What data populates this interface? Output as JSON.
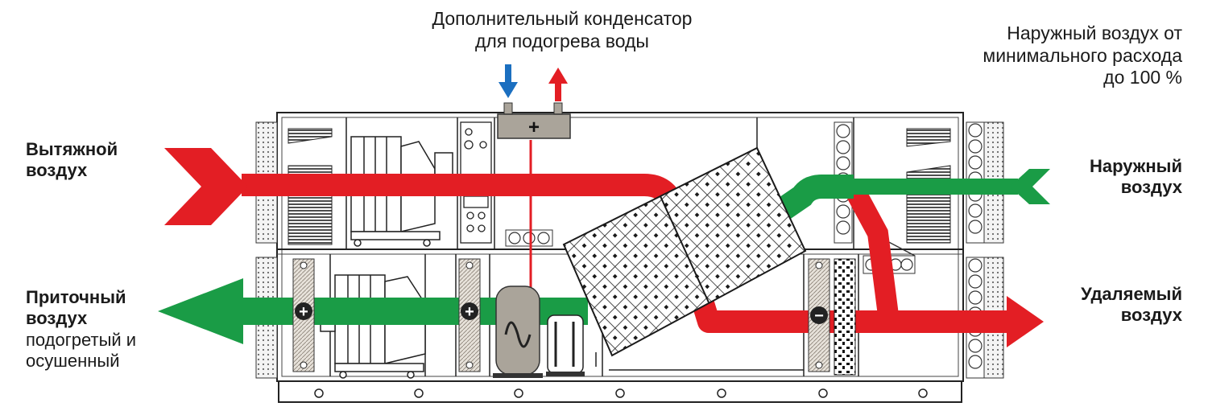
{
  "labels": {
    "extract_air": [
      "Вытяжной",
      "воздух"
    ],
    "supply_air": [
      "Приточный",
      "воздух"
    ],
    "supply_air_note": [
      "подогретый и",
      "осушенный"
    ],
    "outdoor_air": [
      "Наружный",
      "воздух"
    ],
    "exhaust_air": [
      "Удаляемый",
      "воздух"
    ],
    "condenser": [
      "Дополнительный конденсатор",
      "для подогрева воды"
    ],
    "outdoor_range": [
      "Наружный воздух от",
      "минимального расхода",
      "до 100 %"
    ]
  },
  "symbols": {
    "plus": "+",
    "minus": "−"
  },
  "colors": {
    "red": "#e31e24",
    "green": "#1a9c46",
    "blue": "#1b6fc0",
    "dark": "#333333",
    "unit": "#aaa49a"
  },
  "icons": [
    "fan-icon",
    "compressor-icon",
    "water-tank-icon",
    "heat-exchanger-icon",
    "damper-icon",
    "filter-icon",
    "coil-icon",
    "condenser-icon"
  ]
}
